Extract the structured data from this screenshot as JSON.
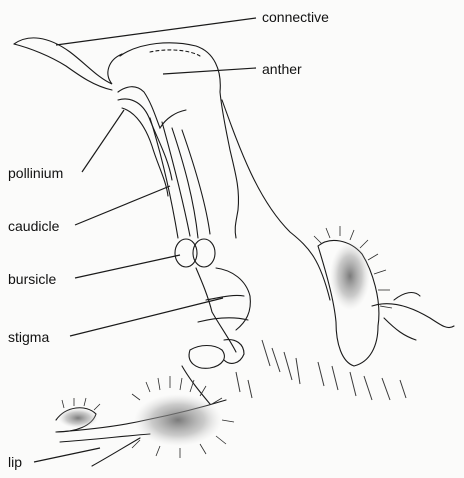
{
  "labels": {
    "connective": "connective",
    "anther": "anther",
    "pollinium": "pollinium",
    "caudicle": "caudicle",
    "bursicle": "bursicle",
    "stigma": "stigma",
    "lip": "lip"
  },
  "colors": {
    "ink": "#1a1a1a",
    "shading": "#8a8a8a",
    "background": "#fbfbfa"
  }
}
